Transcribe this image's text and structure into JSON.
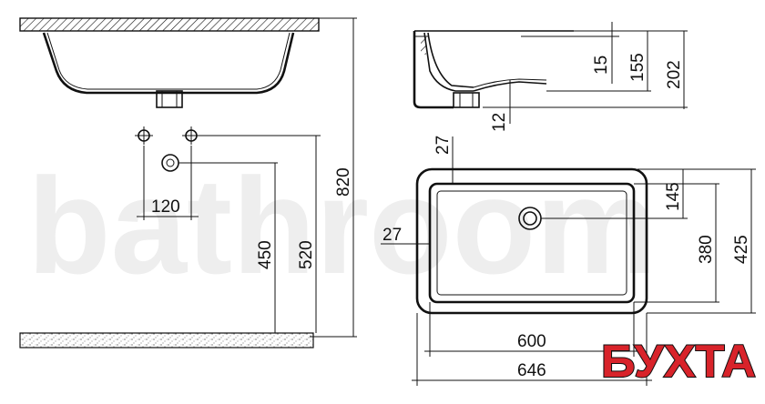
{
  "dimensions": {
    "hole_spacing": "120",
    "drain_height": "450",
    "tap_height": "520",
    "total_height": "820",
    "rim_thickness": "15",
    "bowl_depth": "155",
    "overall_depth": "202",
    "drain_offset": "12",
    "rim_width_top": "27",
    "rim_width_side": "27",
    "drain_from_back": "145",
    "inner_depth": "380",
    "outer_depth": "425",
    "inner_width": "600",
    "outer_width": "646"
  },
  "brand": {
    "logo_text": "БУХТА",
    "color": "#d8232a",
    "outline": "#111111"
  },
  "watermark": {
    "text": "bathroom",
    "color": "#eeeeee"
  }
}
